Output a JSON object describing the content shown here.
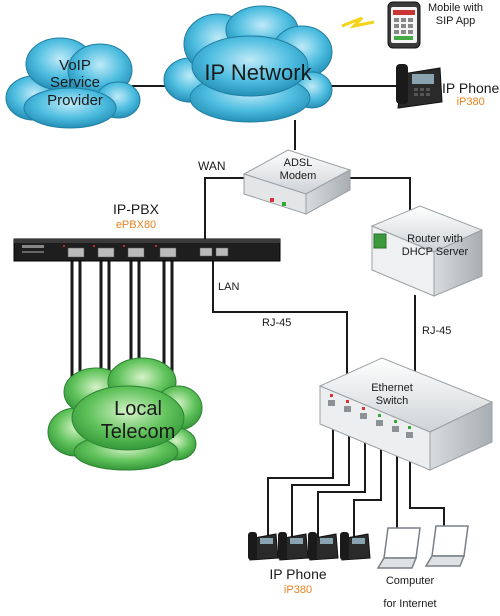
{
  "nodes": {
    "voip": {
      "line1": "VoIP",
      "line2": "Service",
      "line3": "Provider"
    },
    "ip_network": {
      "label": "IP Network"
    },
    "mobile": {
      "line1": "Mobile with",
      "line2": "SIP App"
    },
    "ip_phone_top": {
      "label": "IP Phone",
      "model": "iP380"
    },
    "modem": {
      "line1": "ADSL",
      "line2": "Modem"
    },
    "ippbx": {
      "label": "IP-PBX",
      "model": "ePBX80"
    },
    "router": {
      "line1": "Router with",
      "line2": "DHCP Server"
    },
    "telecom": {
      "line1": "Local",
      "line2": "Telecom"
    },
    "switch": {
      "line1": "Ethernet",
      "line2": "Switch"
    },
    "ip_phones_bottom": {
      "label": "IP Phone",
      "model": "iP380"
    },
    "computers": {
      "line1": "Computer",
      "line2": "for Internet"
    }
  },
  "links": {
    "wan": "WAN",
    "lan": "LAN",
    "rj45_left": "RJ-45",
    "rj45_right": "RJ-45"
  },
  "colors": {
    "cloud_blue": "#2fa7cf",
    "cloud_green": "#45b549",
    "model_orange": "#e8821e",
    "line": "#1a1a1a"
  },
  "icons": [
    "cloud",
    "smartphone-icon",
    "desk-phone-icon",
    "modem-icon",
    "pbx-rack-icon",
    "router-icon",
    "switch-icon",
    "laptop-icon"
  ]
}
